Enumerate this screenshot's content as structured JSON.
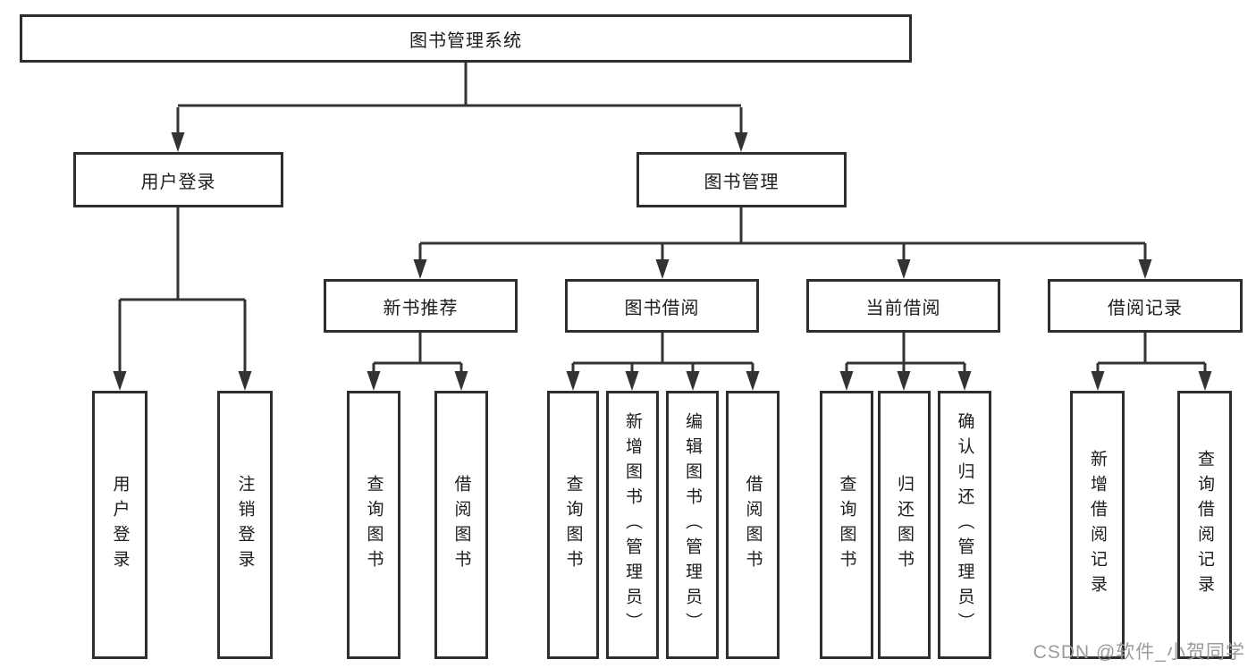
{
  "tree": {
    "label": "图书管理系统",
    "children": [
      {
        "label": "用户登录",
        "children": [
          {
            "label": "用户登录"
          },
          {
            "label": "注销登录"
          }
        ]
      },
      {
        "label": "图书管理",
        "children": [
          {
            "label": "新书推荐",
            "children": [
              {
                "label": "查询图书"
              },
              {
                "label": "借阅图书"
              }
            ]
          },
          {
            "label": "图书借阅",
            "children": [
              {
                "label": "查询图书"
              },
              {
                "label": "新增图书（管理员）"
              },
              {
                "label": "编辑图书（管理员）"
              },
              {
                "label": "借阅图书"
              }
            ]
          },
          {
            "label": "当前借阅",
            "children": [
              {
                "label": "查询图书"
              },
              {
                "label": "归还图书"
              },
              {
                "label": "确认归还（管理员）"
              }
            ]
          },
          {
            "label": "借阅记录",
            "children": [
              {
                "label": "新增借阅记录"
              },
              {
                "label": "查询借阅记录"
              }
            ]
          }
        ]
      }
    ]
  },
  "watermark": {
    "text": "CSDN @软件_小贺同学"
  },
  "colors": {
    "line": "#333333",
    "box_border": "#2e2e2e",
    "text": "#1c1c1c",
    "watermark": "#9b9b9b",
    "background": "#ffffff"
  }
}
